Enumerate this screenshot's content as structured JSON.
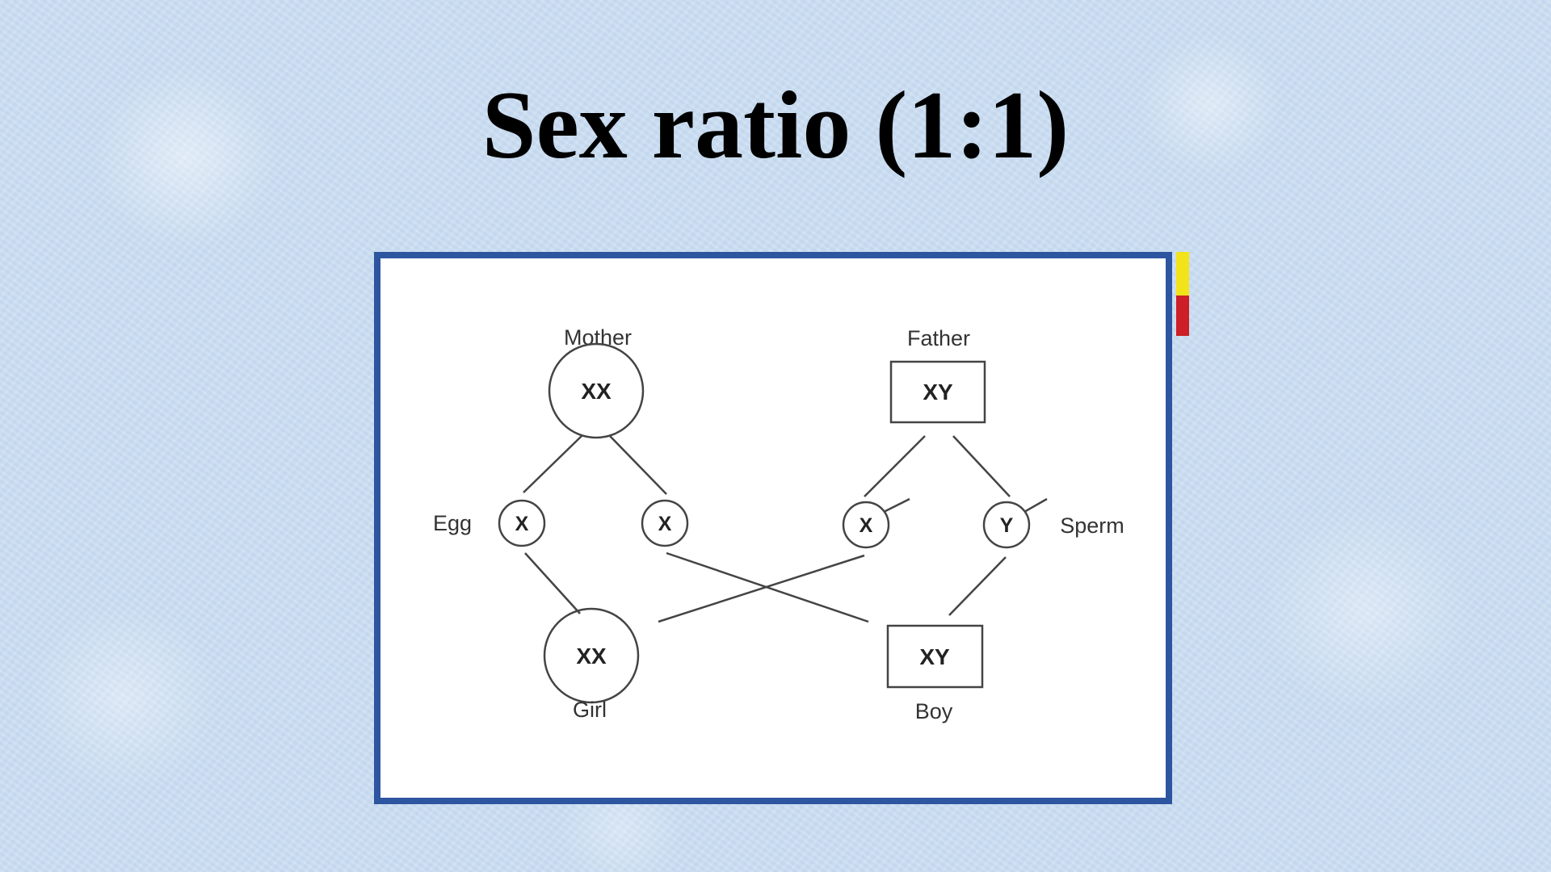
{
  "slide": {
    "title": "Sex ratio (1:1)"
  },
  "colors": {
    "frame_border": "#2d55a0",
    "accent_yellow": "#f2e418",
    "accent_red": "#cc1f26",
    "background": "#c9dcf0"
  },
  "diagram": {
    "mother": {
      "label": "Mother",
      "genotype": "XX"
    },
    "father": {
      "label": "Father",
      "genotype": "XY"
    },
    "gametes": {
      "egg_label": "Egg",
      "sperm_label": "Sperm",
      "egg_1": "X",
      "egg_2": "X",
      "sperm_1": "X",
      "sperm_2": "Y"
    },
    "offspring": {
      "girl": {
        "label": "Girl",
        "genotype": "XX"
      },
      "boy": {
        "label": "Boy",
        "genotype": "XY"
      }
    }
  }
}
